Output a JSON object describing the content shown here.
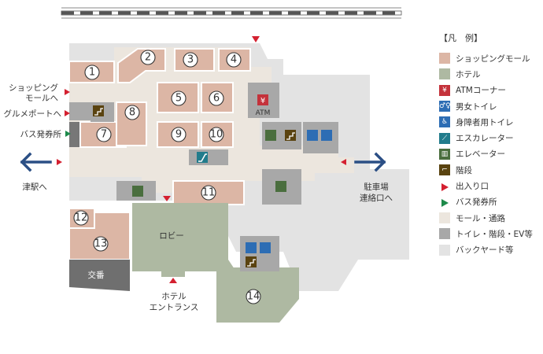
{
  "colors": {
    "shop": "#dcb6a5",
    "hotel": "#aeb9a2",
    "corridor": "#ece6de",
    "facility": "#a8a8a8",
    "backyard": "#e3e3e3",
    "dark": "#6f6f6f",
    "atm": "#c4323b",
    "elevator": "#4a6e3e",
    "stairs": "#5a4310",
    "escalator": "#227c8c",
    "toilet_blue": "#2d6db4",
    "arrow_blue": "#2b4f85",
    "entrance_red": "#d42030",
    "bus_green": "#1d8a4a"
  },
  "labels": {
    "shopping_mall": "ショッピング\nモールへ",
    "gourmet_port": "グルメポートへ",
    "bus_terminal": "バス発券所",
    "tsu_station": "津駅へ",
    "parking": "駐車場\n連絡口へ",
    "hotel_entrance": "ホテル\nエントランス",
    "lobby": "ロビー",
    "police_box": "交番",
    "atm": "ATM"
  },
  "shops": [
    "1",
    "2",
    "3",
    "4",
    "5",
    "6",
    "7",
    "8",
    "9",
    "10",
    "11",
    "12",
    "13",
    "14"
  ],
  "legend": {
    "title": "【凡　例】",
    "items": [
      {
        "label": "ショッピングモール",
        "kind": "shop"
      },
      {
        "label": "ホテル",
        "kind": "hotel"
      },
      {
        "label": "ATMコーナー",
        "kind": "atm"
      },
      {
        "label": "男女トイレ",
        "kind": "toilet"
      },
      {
        "label": "身障者用トイレ",
        "kind": "accessible"
      },
      {
        "label": "エスカレーター",
        "kind": "escalator"
      },
      {
        "label": "エレベーター",
        "kind": "elevator"
      },
      {
        "label": "階段",
        "kind": "stairs"
      },
      {
        "label": "出入り口",
        "kind": "entrance"
      },
      {
        "label": "バス発券所",
        "kind": "bus"
      },
      {
        "label": "モール・通路",
        "kind": "corridor"
      },
      {
        "label": "トイレ・階段・EV等",
        "kind": "facility"
      },
      {
        "label": "バックヤード等",
        "kind": "backyard"
      }
    ]
  }
}
